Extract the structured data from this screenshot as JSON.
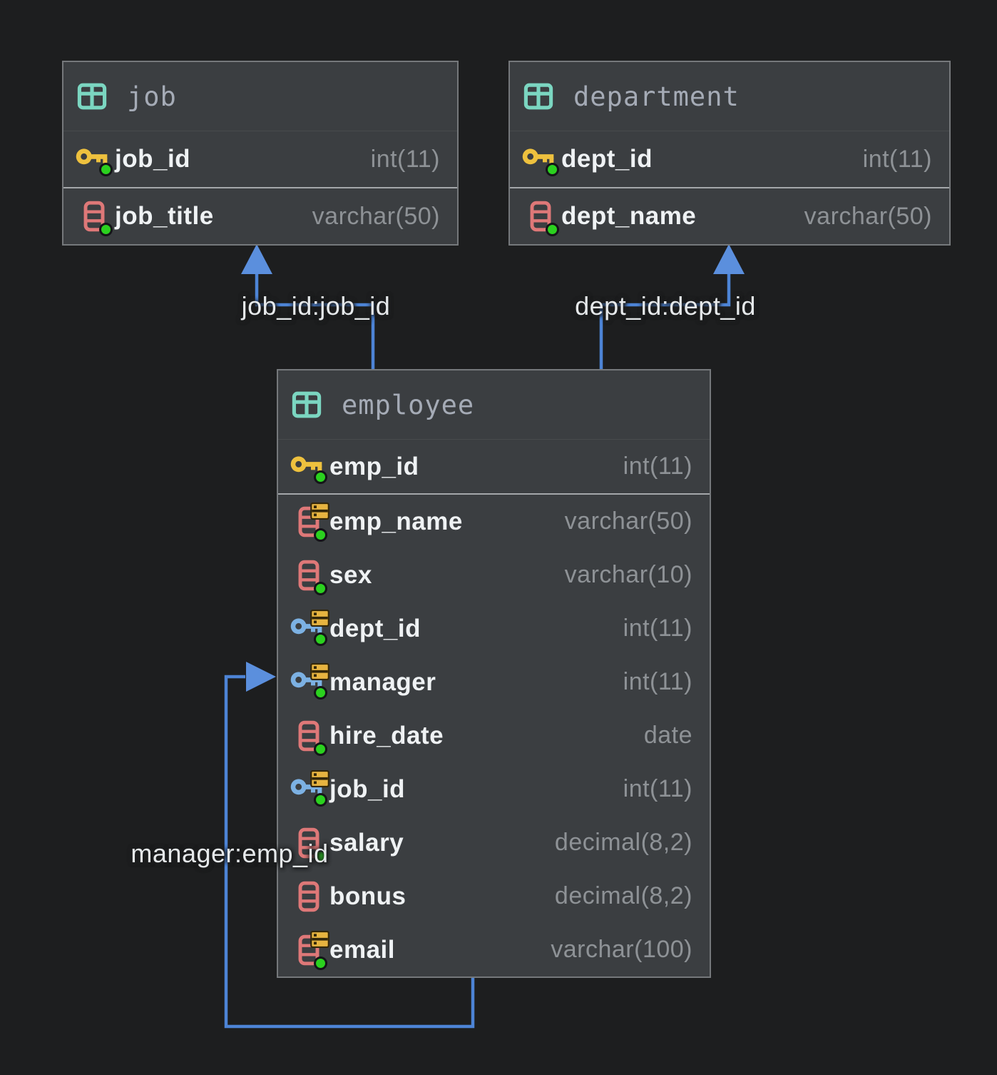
{
  "diagram": {
    "type": "er-diagram",
    "colors": {
      "background": "#1d1e1f",
      "table_fill": "#3b3e41",
      "table_border": "#75787b",
      "pk_separator": "#a4a7aa",
      "table_name_text": "#a5abb6",
      "column_name_text": "#eff2f4",
      "type_text": "#8e9296",
      "relation_line": "#4d84d6",
      "relation_label_text": "#e6e9eb",
      "table_icon": "#7bd6c1",
      "primary_key_icon": "#eec13e",
      "foreign_key_icon": "#7cb1e3",
      "column_icon": "#de7878",
      "index_badge_icon": "#e7b440",
      "not_null_dot": "#2bd11f"
    },
    "tables": [
      {
        "name": "job",
        "columns": [
          {
            "name": "job_id",
            "type": "int(11)",
            "key": "primary",
            "indexed": false,
            "not_null": true
          },
          {
            "name": "job_title",
            "type": "varchar(50)",
            "key": null,
            "indexed": false,
            "not_null": true
          }
        ]
      },
      {
        "name": "department",
        "columns": [
          {
            "name": "dept_id",
            "type": "int(11)",
            "key": "primary",
            "indexed": false,
            "not_null": true
          },
          {
            "name": "dept_name",
            "type": "varchar(50)",
            "key": null,
            "indexed": false,
            "not_null": true
          }
        ]
      },
      {
        "name": "employee",
        "columns": [
          {
            "name": "emp_id",
            "type": "int(11)",
            "key": "primary",
            "indexed": false,
            "not_null": true
          },
          {
            "name": "emp_name",
            "type": "varchar(50)",
            "key": null,
            "indexed": true,
            "not_null": true
          },
          {
            "name": "sex",
            "type": "varchar(10)",
            "key": null,
            "indexed": false,
            "not_null": true
          },
          {
            "name": "dept_id",
            "type": "int(11)",
            "key": "foreign",
            "indexed": true,
            "not_null": true
          },
          {
            "name": "manager",
            "type": "int(11)",
            "key": "foreign",
            "indexed": true,
            "not_null": true
          },
          {
            "name": "hire_date",
            "type": "date",
            "key": null,
            "indexed": false,
            "not_null": true
          },
          {
            "name": "job_id",
            "type": "int(11)",
            "key": "foreign",
            "indexed": true,
            "not_null": true
          },
          {
            "name": "salary",
            "type": "decimal(8,2)",
            "key": null,
            "indexed": false,
            "not_null": true
          },
          {
            "name": "bonus",
            "type": "decimal(8,2)",
            "key": null,
            "indexed": false,
            "not_null": false
          },
          {
            "name": "email",
            "type": "varchar(100)",
            "key": null,
            "indexed": true,
            "not_null": true
          }
        ]
      }
    ],
    "relations": [
      {
        "label": "job_id:job_id",
        "from_table": "employee",
        "to_table": "job"
      },
      {
        "label": "dept_id:dept_id",
        "from_table": "employee",
        "to_table": "department"
      },
      {
        "label": "manager:emp_id",
        "from_table": "employee",
        "to_table": "employee"
      }
    ],
    "icons": {
      "table": "table-icon",
      "primary_key": "primary-key-icon",
      "foreign_key": "foreign-key-icon",
      "column": "column-icon",
      "index": "index-badge-icon",
      "not_null": "not-null-dot"
    }
  }
}
